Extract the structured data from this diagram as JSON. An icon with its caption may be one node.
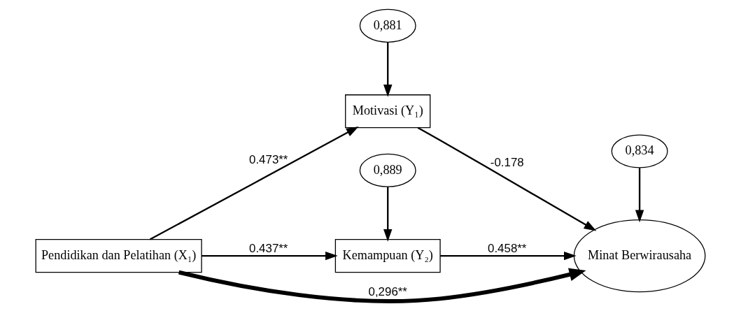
{
  "diagram": {
    "nodes": [
      {
        "text": [
          "Pendidikan dan Pelatihan (X₁)"
        ]
      },
      {
        "text": [
          "0,881"
        ]
      },
      {
        "text": [
          "Motivasi (Y₁)"
        ]
      },
      {
        "text": [
          "Kemampuan (Y₂)"
        ]
      },
      {
        "text": [
          "0,889"
        ]
      },
      {
        "text": [
          "0,834"
        ]
      },
      {
        "text": [
          "Minat Berwirausaha"
        ]
      }
    ],
    "edges": [
      {
        "from": 0,
        "to": 2,
        "arrow": "to",
        "label": "0.473**"
      },
      {
        "from": 0,
        "to": 6,
        "arrow": "to",
        "label": "0,296**",
        "style": "thick"
      },
      {
        "from": 0,
        "to": 3,
        "arrow": "to",
        "label": "0.437**"
      },
      {
        "from": 2,
        "to": 6,
        "arrow": "to",
        "label": "-0.178"
      },
      {
        "from": 3,
        "to": 6,
        "arrow": "to",
        "label": "0.458**"
      },
      {
        "from": 1,
        "to": 2,
        "arrow": "to"
      },
      {
        "from": 4,
        "to": 3,
        "arrow": "to"
      },
      {
        "from": 5,
        "to": 6,
        "arrow": "to"
      }
    ]
  }
}
